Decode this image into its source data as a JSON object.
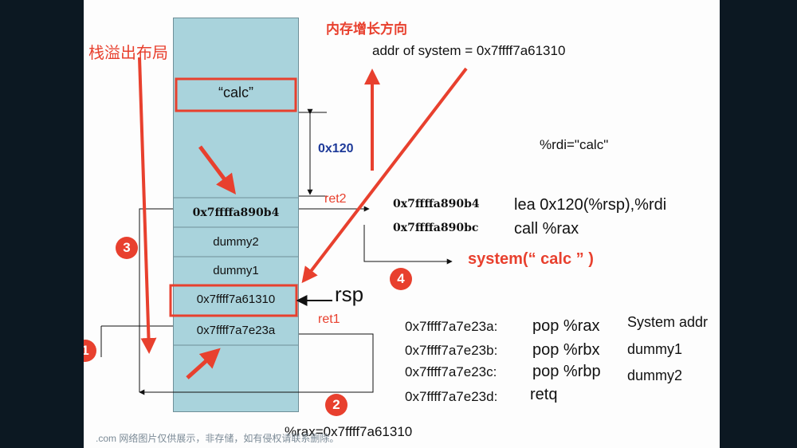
{
  "title_overflow": "栈溢出布局",
  "title_growth": "内存增长方向",
  "system_addr_line": "addr of system = 0x7ffff7a61310",
  "offset_label": "0x120",
  "rdi_label": "%rdi=\"calc\"",
  "stack": {
    "calc": "“calc”",
    "cell_ret2": "0x7ffffa890b4",
    "cell_dummy2": "dummy2",
    "cell_dummy1": "dummy1",
    "cell_system": "0x7ffff7a61310",
    "cell_ret1": "0x7ffff7a7e23a"
  },
  "ret2_label": "ret2",
  "ret1_label": "ret1",
  "rsp_label": "rsp",
  "gadget2": [
    {
      "addr": "0x7ffffa890b4",
      "instr": "lea 0x120(%rsp),%rdi"
    },
    {
      "addr": "0x7ffffa890bc",
      "instr": "call %rax"
    }
  ],
  "system_call": "system(“ calc ” )",
  "gadget1": [
    {
      "addr": "0x7ffff7a7e23a:",
      "instr": "pop %rax",
      "note": "System addr"
    },
    {
      "addr": "0x7ffff7a7e23b:",
      "instr": "pop %rbx",
      "note": "dummy1"
    },
    {
      "addr": "0x7ffff7a7e23c:",
      "instr": "pop %rbp",
      "note": "dummy2"
    },
    {
      "addr": "0x7ffff7a7e23d:",
      "instr": "retq",
      "note": ""
    }
  ],
  "rax_label": "%rax=0x7ffff7a61310",
  "badges": [
    "1",
    "2",
    "3",
    "4"
  ],
  "footer": ".com 网络图片仅供展示，非存储，如有侵权请联系删除。",
  "colors": {
    "stack_fill": "#a9d3dc",
    "accent_red": "#e8402e",
    "blue": "#1e3a99"
  }
}
